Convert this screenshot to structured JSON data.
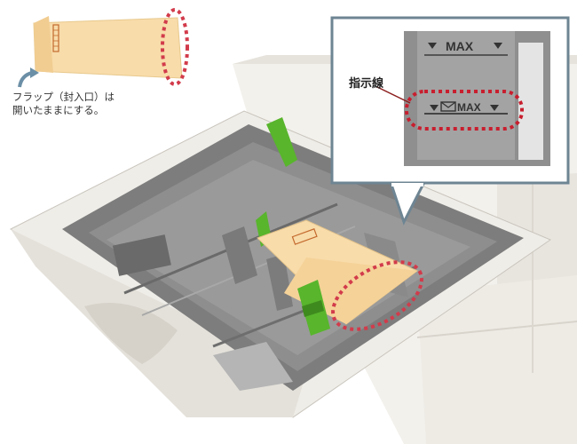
{
  "caption": {
    "line1": "フラップ（封入口）は",
    "line2": "開いたままにする。"
  },
  "callout": {
    "label": "指示線",
    "max_upper": "MAX",
    "max_lower": "MAX"
  },
  "colors": {
    "envelope": "#f8dcaa",
    "dashed_highlight": "#d23b4b",
    "tray_gray": "#8c8c8c",
    "guide_green": "#58b52c",
    "callout_border": "#6e8593",
    "arrow_blue": "#6b8fa6"
  }
}
